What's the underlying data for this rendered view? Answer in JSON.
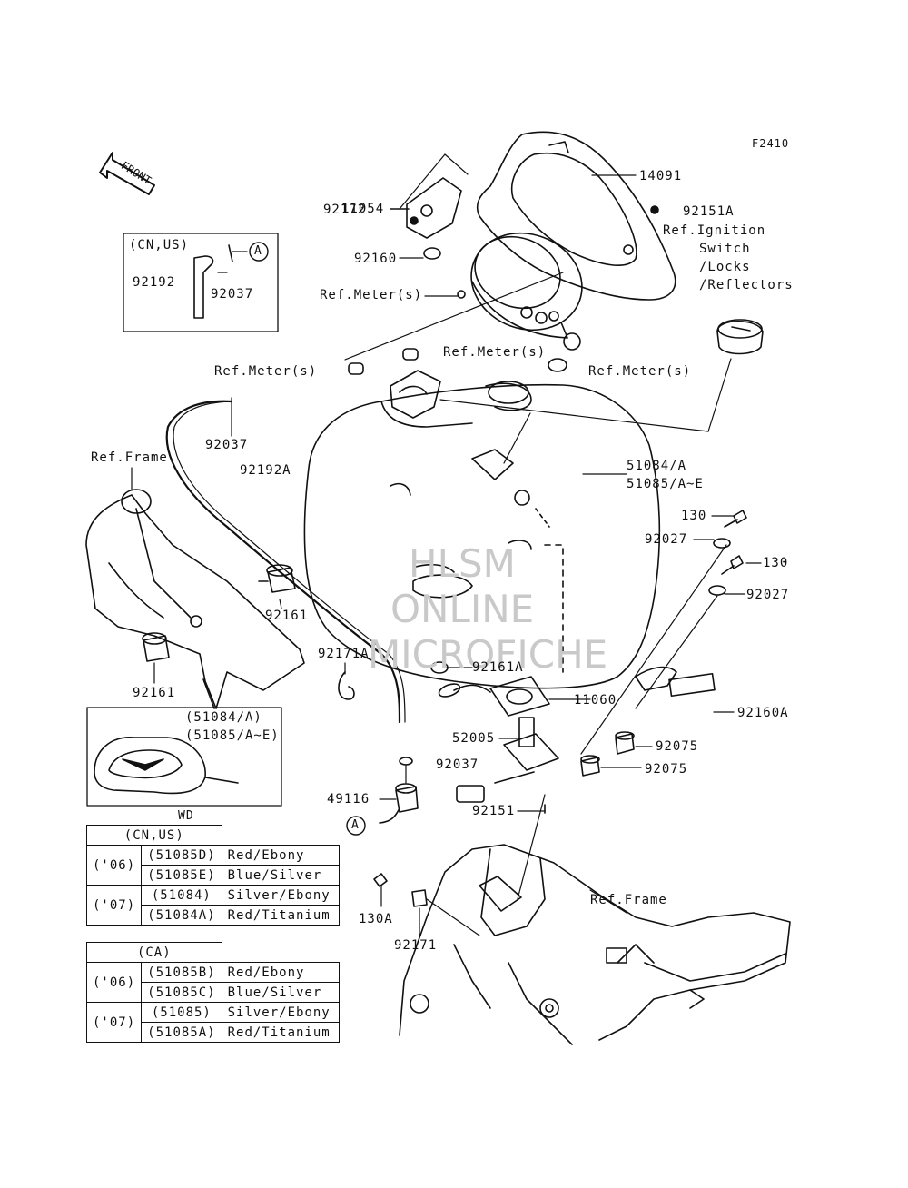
{
  "figure_id": "F2410",
  "front_label": "FRONT",
  "watermark": [
    "HLSM",
    "ONLINE",
    "MICROFICHE"
  ],
  "labels": {
    "p14091": "14091",
    "p92151A": "92151A",
    "ref_ignition": [
      "Ref.Ignition",
      "Switch",
      "/Locks",
      "/Reflectors"
    ],
    "p11054": "11054",
    "p92172": "92172",
    "p92160": "92160",
    "ref_meter_1": "Ref.Meter(s)",
    "ref_meter_2": "Ref.Meter(s)",
    "ref_meter_3": "Ref.Meter(s)",
    "ref_meter_4": "Ref.Meter(s)",
    "p92037_top": "92037",
    "p92192A": "92192A",
    "ref_frame_left": "Ref.Frame",
    "p51084": "51084/A",
    "p51085": "51085/A~E",
    "p130_a": "130",
    "p92027_a": "92027",
    "p130_b": "130",
    "p92027_b": "92027",
    "p92161_a": "92161",
    "p92161_b": "92161",
    "p92171A": "92171A",
    "p92161A": "92161A",
    "p11060": "11060",
    "p92160A": "92160A",
    "p52005": "52005",
    "p92075_a": "92075",
    "p92075_b": "92075",
    "p92037_bottom": "92037",
    "p49116": "49116",
    "p92151": "92151",
    "p130A": "130A",
    "p92171": "92171",
    "ref_frame_right": "Ref.Frame"
  },
  "inset_hose": {
    "title": "(CN,US)",
    "p92192": "92192",
    "p92037": "92037",
    "marker": "A"
  },
  "inset_tank": {
    "line1": "(51084/A)",
    "line2": "(51085/A~E)"
  },
  "marker_bottom": "A",
  "wd_label": "WD",
  "table_cnus": {
    "header": "(CN,US)",
    "groups": [
      {
        "year": "('06)",
        "rows": [
          {
            "code": "(51085D)",
            "color": "Red/Ebony"
          },
          {
            "code": "(51085E)",
            "color": "Blue/Silver"
          }
        ]
      },
      {
        "year": "('07)",
        "rows": [
          {
            "code": "(51084)",
            "color": "Silver/Ebony"
          },
          {
            "code": "(51084A)",
            "color": "Red/Titanium"
          }
        ]
      }
    ]
  },
  "table_ca": {
    "header": "(CA)",
    "groups": [
      {
        "year": "('06)",
        "rows": [
          {
            "code": "(51085B)",
            "color": "Red/Ebony"
          },
          {
            "code": "(51085C)",
            "color": "Blue/Silver"
          }
        ]
      },
      {
        "year": "('07)",
        "rows": [
          {
            "code": "(51085)",
            "color": "Silver/Ebony"
          },
          {
            "code": "(51085A)",
            "color": "Red/Titanium"
          }
        ]
      }
    ]
  }
}
